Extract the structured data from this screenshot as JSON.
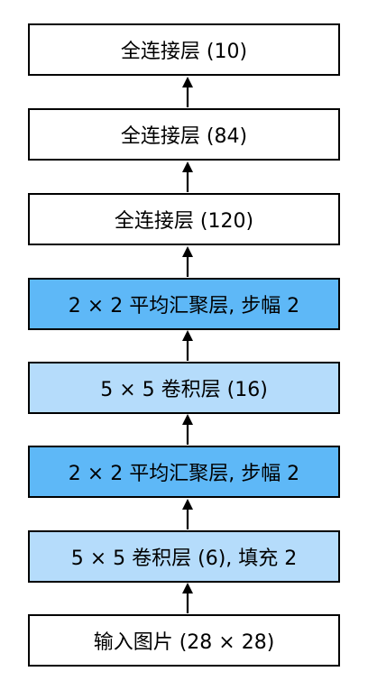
{
  "colors": {
    "pool": "#5eb8f7",
    "conv": "#b5dcfb",
    "plain": "#ffffff",
    "border": "#000000",
    "arrow": "#000000"
  },
  "layers": [
    {
      "label": "全连接层 (10)",
      "kind": "plain"
    },
    {
      "label": "全连接层 (84)",
      "kind": "plain"
    },
    {
      "label": "全连接层 (120)",
      "kind": "plain"
    },
    {
      "label": "2 × 2 平均汇聚层, 步幅 2",
      "kind": "pool"
    },
    {
      "label": "5 × 5 卷积层 (16)",
      "kind": "conv"
    },
    {
      "label": "2 × 2 平均汇聚层, 步幅 2",
      "kind": "pool"
    },
    {
      "label": "5 × 5 卷积层 (6), 填充 2",
      "kind": "conv"
    },
    {
      "label": "输入图片 (28 × 28)",
      "kind": "plain"
    }
  ]
}
